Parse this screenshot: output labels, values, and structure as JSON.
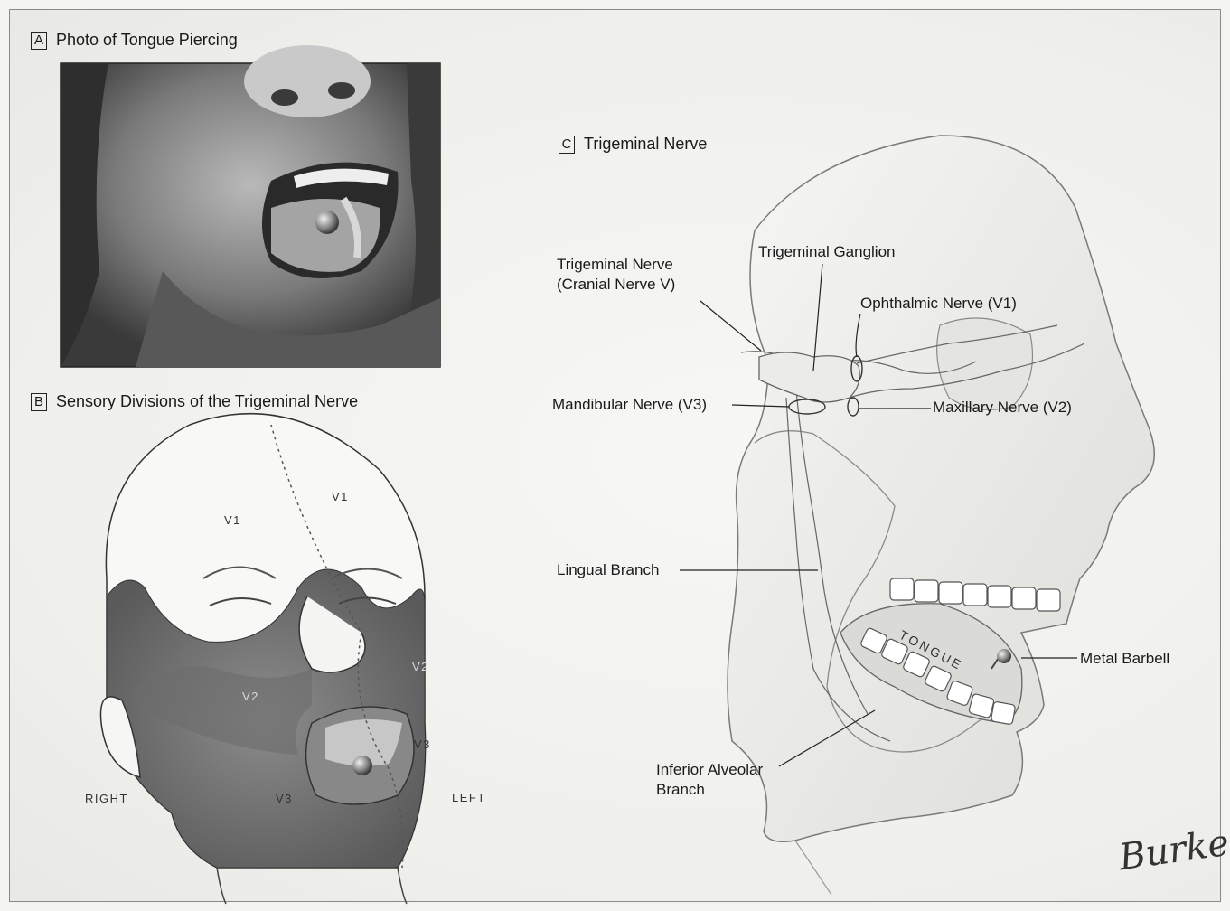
{
  "panel_a": {
    "letter": "A",
    "title": "Photo of Tongue Piercing"
  },
  "panel_b": {
    "letter": "B",
    "title": "Sensory Divisions of the Trigeminal Nerve",
    "labels": {
      "v1_right": "V1",
      "v1_left": "V1",
      "v2_right": "V2",
      "v2_left": "V2",
      "v3_right": "V3",
      "v3_left": "V3",
      "right": "RIGHT",
      "left": "LEFT"
    }
  },
  "panel_c": {
    "letter": "C",
    "title": "Trigeminal Nerve",
    "labels": {
      "trigeminal_nerve_line1": "Trigeminal Nerve",
      "trigeminal_nerve_line2": "(Cranial Nerve V)",
      "trigeminal_ganglion": "Trigeminal Ganglion",
      "ophthalmic_nerve": "Ophthalmic Nerve (V1)",
      "mandibular_nerve": "Mandibular Nerve (V3)",
      "maxillary_nerve": "Maxillary Nerve (V2)",
      "lingual_branch": "Lingual Branch",
      "tongue": "TONGUE",
      "metal_barbell": "Metal Barbell",
      "inferior_alveolar_line1": "Inferior Alveolar",
      "inferior_alveolar_line2": "Branch"
    }
  },
  "signature": "Burke"
}
